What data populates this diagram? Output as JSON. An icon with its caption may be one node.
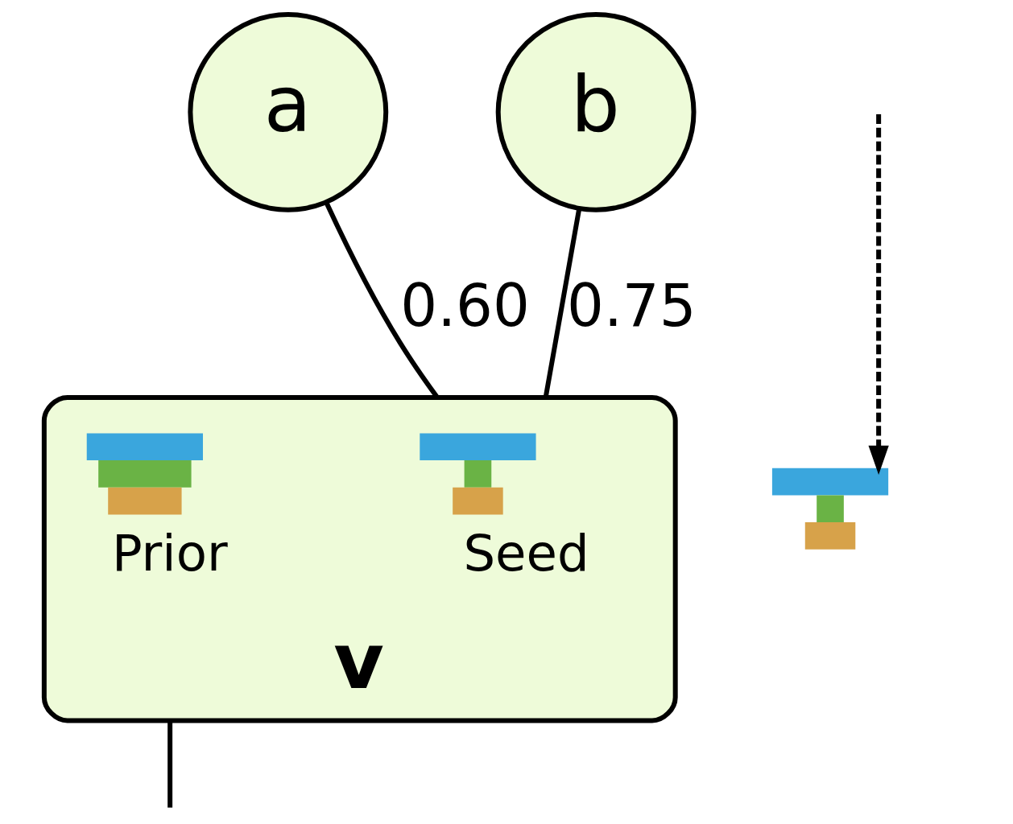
{
  "diagram": {
    "nodes": [
      {
        "text": [
          "a"
        ]
      },
      {
        "text": [
          "b"
        ]
      },
      {
        "text": [],
        "shape": "picture"
      },
      {
        "text": [
          "v"
        ]
      },
      {
        "text": [
          "Seed"
        ],
        "in": 3
      },
      {
        "text": [
          "Prior"
        ],
        "in": 3
      }
    ],
    "edges": [
      {
        "from": 0,
        "to": 3,
        "arrow": "none",
        "label": "0.60"
      },
      {
        "from": 1,
        "to": 3,
        "arrow": "none",
        "label": "0.75"
      },
      {
        "from": null,
        "to": 2,
        "arrow": "to",
        "style": "dashed"
      },
      {
        "from": 3,
        "to": null,
        "arrow": "none"
      }
    ]
  }
}
